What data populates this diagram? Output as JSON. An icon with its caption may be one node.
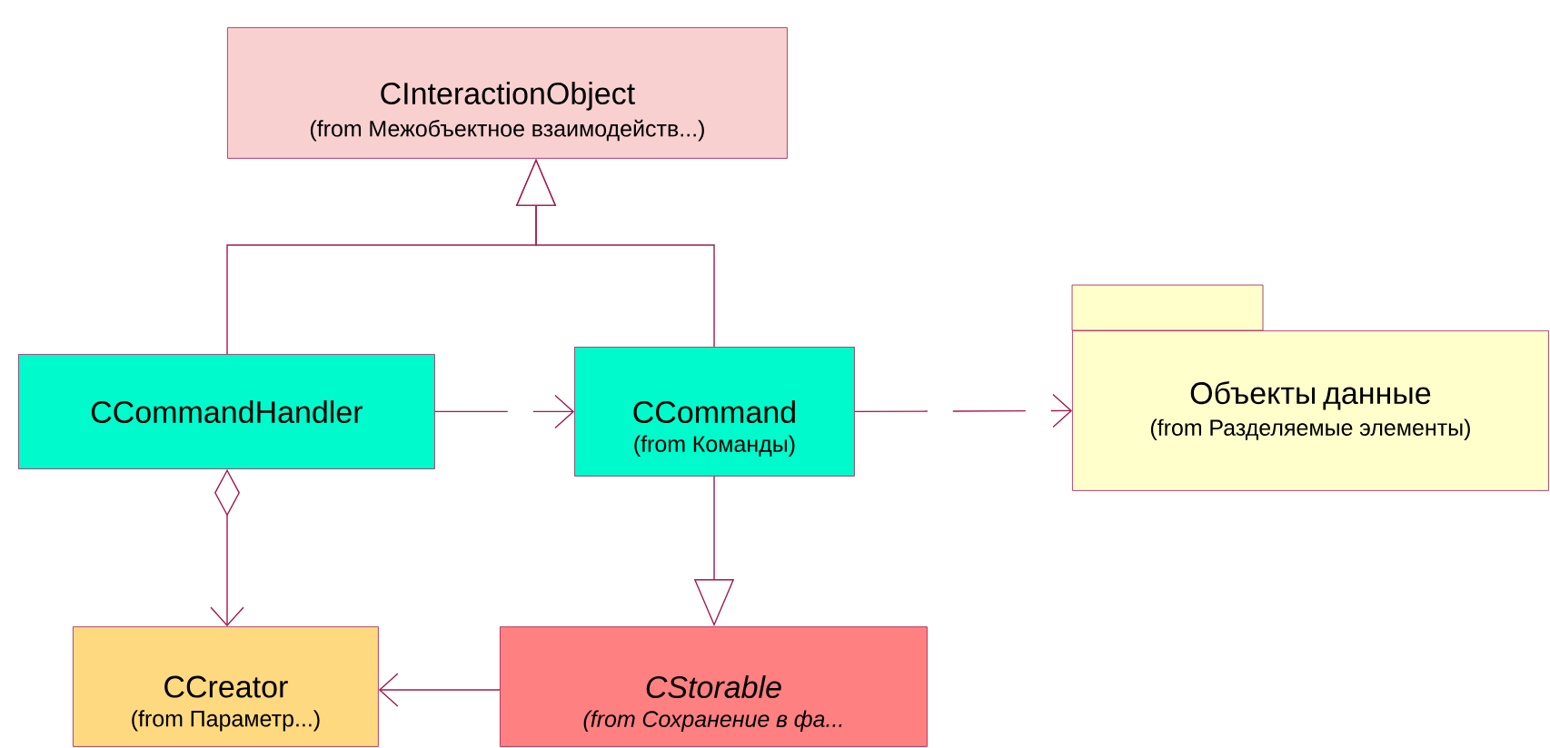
{
  "diagram": {
    "nodes": [
      {
        "text": [
          "CInteractionObject",
          "(from Межобъектное взаимодейств...)"
        ]
      },
      {
        "text": [
          "CCommandHandler"
        ]
      },
      {
        "text": [
          "CCommand",
          "(from Команды)"
        ]
      },
      {
        "text": [
          "Объекты данные",
          "(from Разделяемые элементы)"
        ]
      },
      {
        "text": [
          "CCreator",
          "(from Параметр...)"
        ]
      },
      {
        "text": [
          "CStorable",
          "(from Сохранение в фа..."
        ]
      }
    ],
    "edges": [
      {
        "from": 1,
        "to": 0,
        "arrow": "to"
      },
      {
        "from": 2,
        "to": 0,
        "arrow": "to"
      },
      {
        "from": 1,
        "to": 2,
        "arrow": "to",
        "style": "dashed"
      },
      {
        "from": 2,
        "to": 3,
        "arrow": "to",
        "style": "dashed"
      },
      {
        "from": 1,
        "to": 4,
        "arrow": "to"
      },
      {
        "from": 2,
        "to": 5,
        "arrow": "to"
      },
      {
        "from": 5,
        "to": 4,
        "arrow": "to"
      }
    ]
  }
}
